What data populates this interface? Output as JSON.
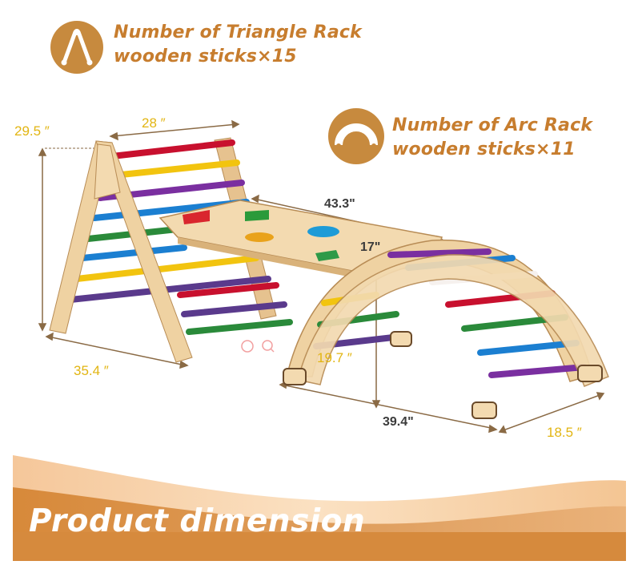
{
  "header": {
    "triangle_line1": "Number of Triangle Rack",
    "triangle_line2": "wooden sticks×15",
    "arc_line1": "Number of Arc Rack",
    "arc_line2": "wooden sticks×11"
  },
  "dimensions": {
    "triangle_height": "29.5 ″",
    "triangle_top": "28 ″",
    "triangle_depth": "35.4 ″",
    "ramp_length": "43.3\"",
    "ramp_width": "17\"",
    "arc_height": "19.7 ″",
    "arc_length": "39.4\"",
    "arc_depth": "18.5 ″"
  },
  "footer": {
    "title": "Product dimension"
  },
  "colors": {
    "accent_orange": "#c77d2e",
    "dimension_yellow": "#e2b512",
    "wood": "#e8c99a",
    "wood_dark": "#c9a36b",
    "rung_colors": [
      "#c8102e",
      "#f2c40f",
      "#7a2fa0",
      "#1b7fd1",
      "#2a8a3a",
      "#5a3a8c",
      "#f6f1ee"
    ]
  },
  "icons": [
    "stick-pair-icon",
    "arc-icon",
    "watermark-icon"
  ]
}
